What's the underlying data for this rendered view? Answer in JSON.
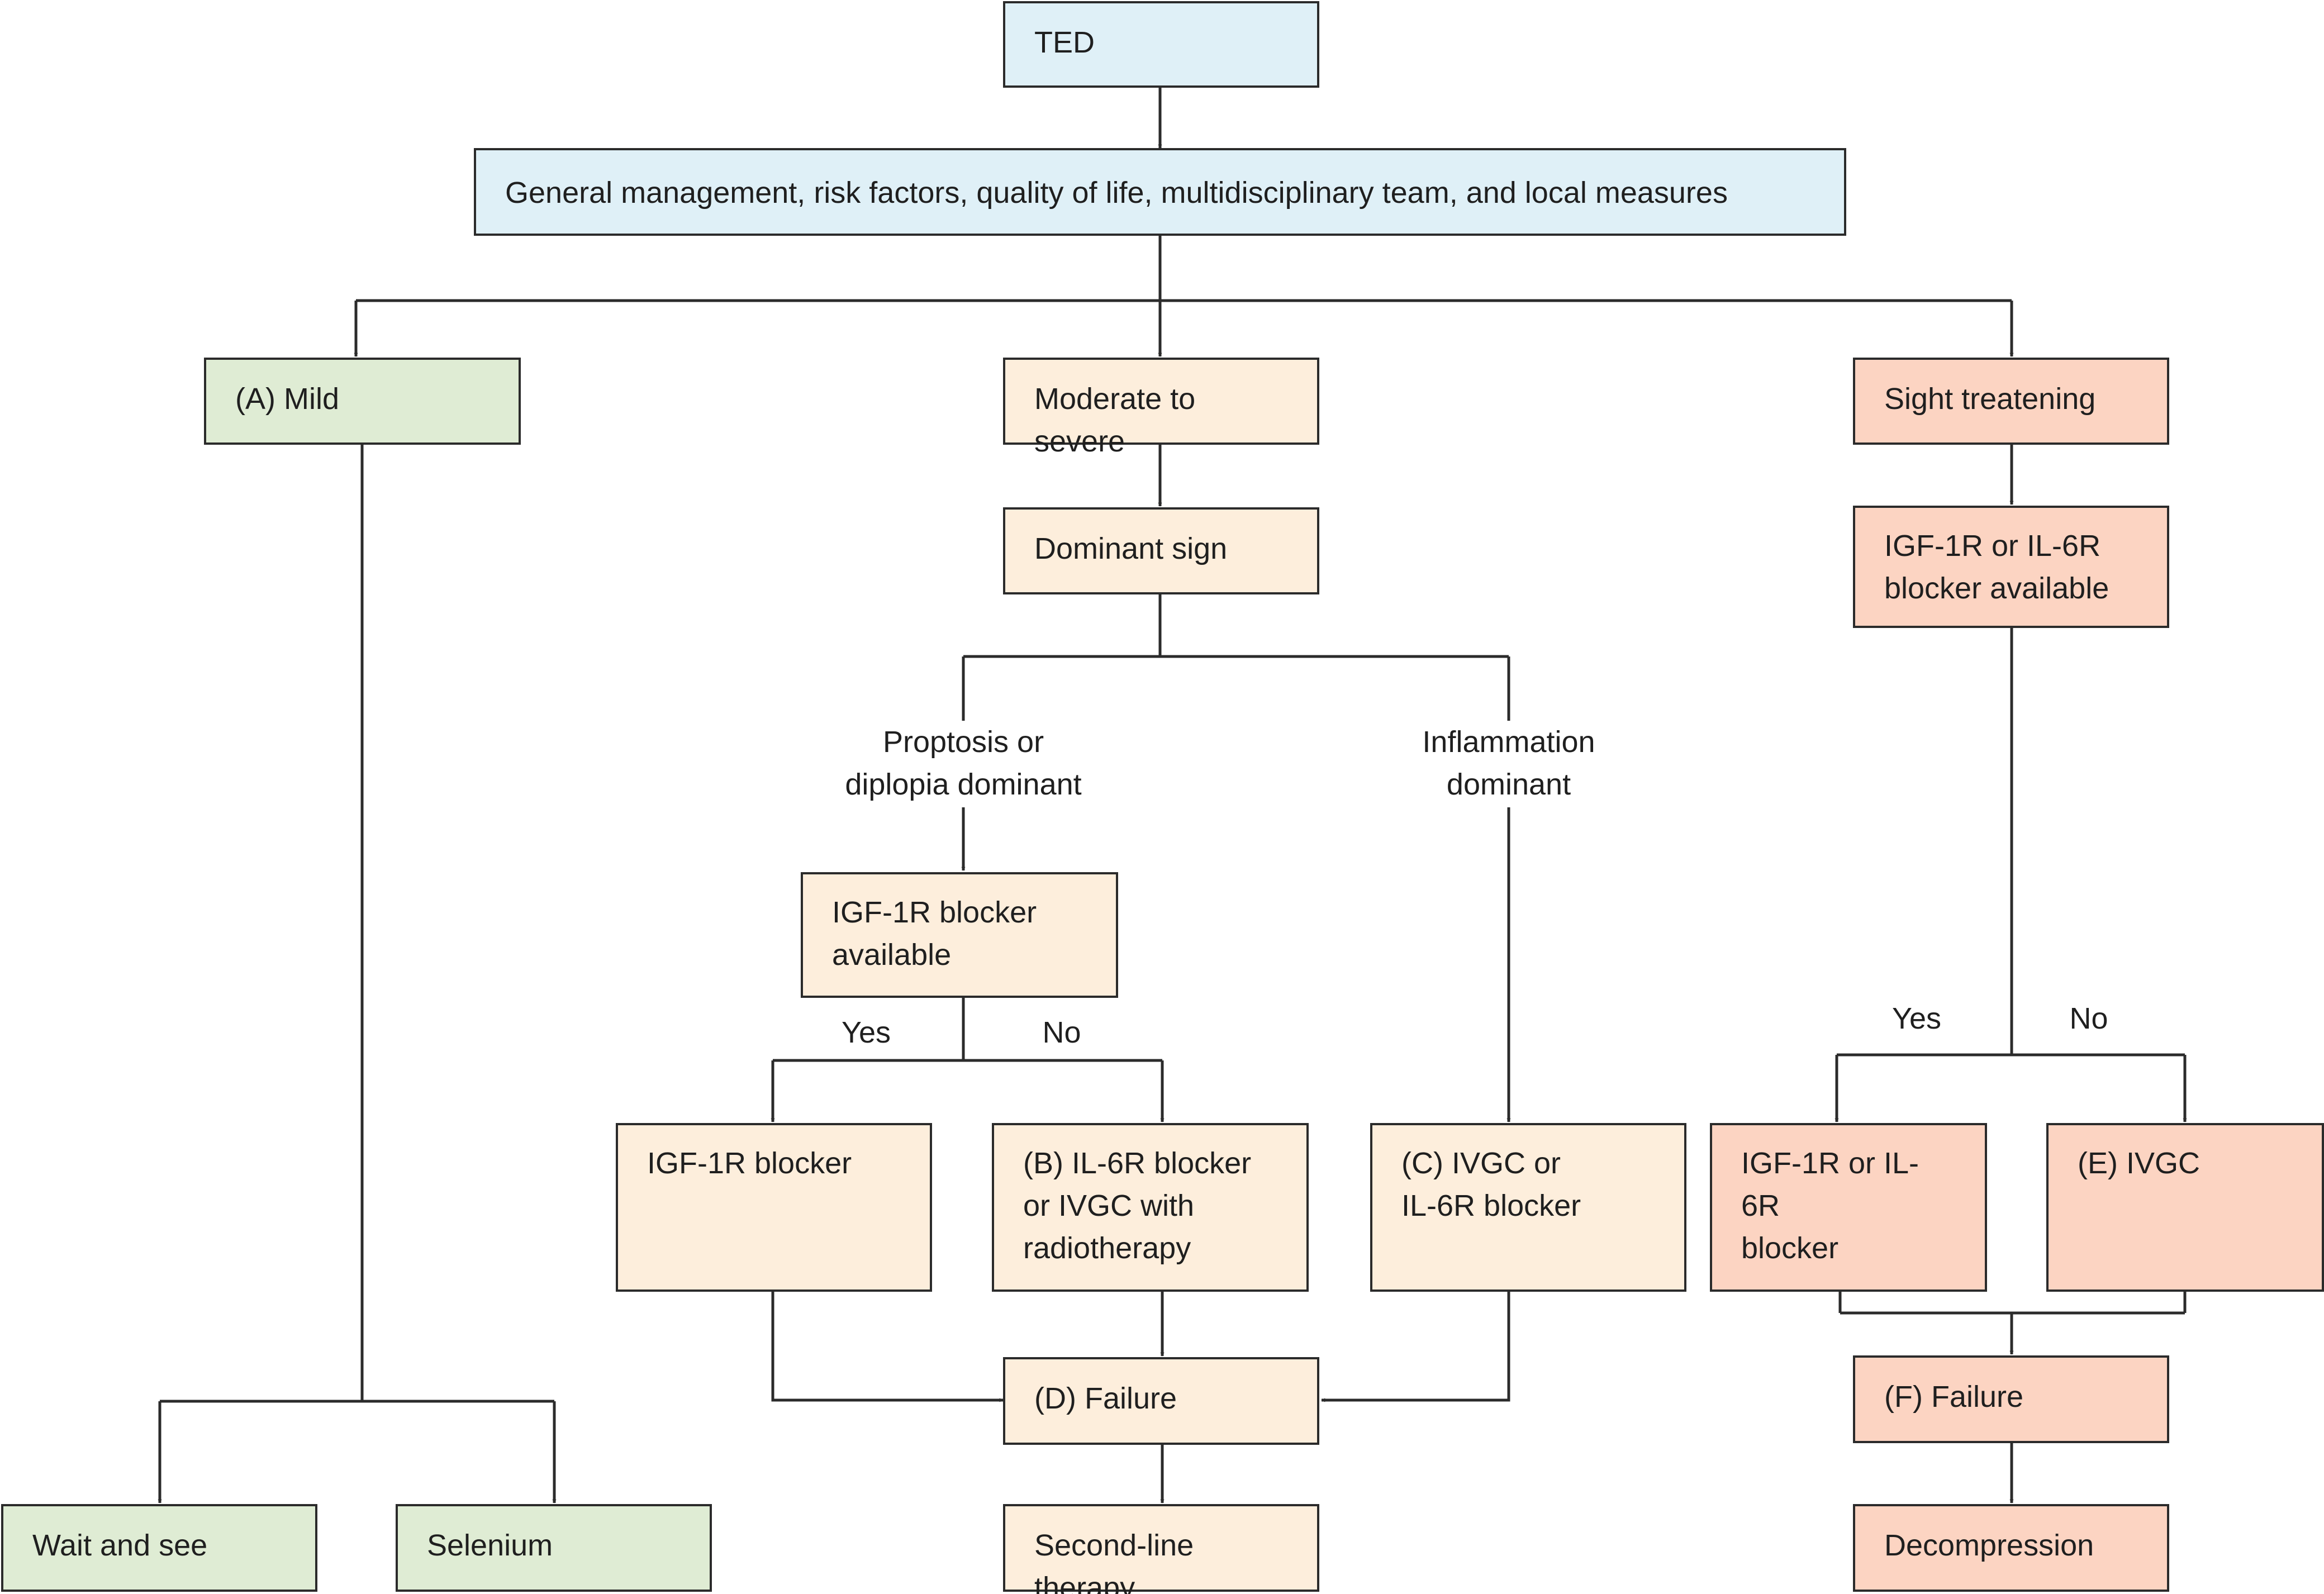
{
  "boxes": {
    "ted": "TED",
    "general": "General management, risk factors, quality of life, multidisciplinary team, and local measures",
    "mild": "(A) Mild",
    "moderate": "Moderate to severe",
    "sight": "Sight treatening",
    "dominant": "Dominant sign",
    "igf_ilr_available": "IGF-1R or IL-6R\nblocker available",
    "igf_available": "IGF-1R blocker\navailable",
    "igf_blocker": "IGF-1R blocker",
    "il6r_ivgc_radio": "(B) IL-6R blocker\nor IVGC with\nradiotherapy",
    "ivgc_il6r": "(C) IVGC or\nIL-6R blocker",
    "igf_or_il6r_blocker": "IGF-1R or IL-6R\nblocker",
    "e_ivgc": "(E) IVGC",
    "d_failure": "(D) Failure",
    "f_failure": "(F) Failure",
    "wait": "Wait and see",
    "selenium": "Selenium",
    "second_line": "Second-line therapy",
    "decompression": "Decompression"
  },
  "labels": {
    "proptosis": "Proptosis or\ndiplopia dominant",
    "inflammation": "Inflammation\ndominant",
    "yes_mid": "Yes",
    "no_mid": "No",
    "yes_right": "Yes",
    "no_right": "No"
  },
  "colors": {
    "top": "#dff0f7",
    "mild": "#dfecd4",
    "moderate": "#fdeedc",
    "sight": "#fcd4c2",
    "line": "#2b2b2b"
  }
}
